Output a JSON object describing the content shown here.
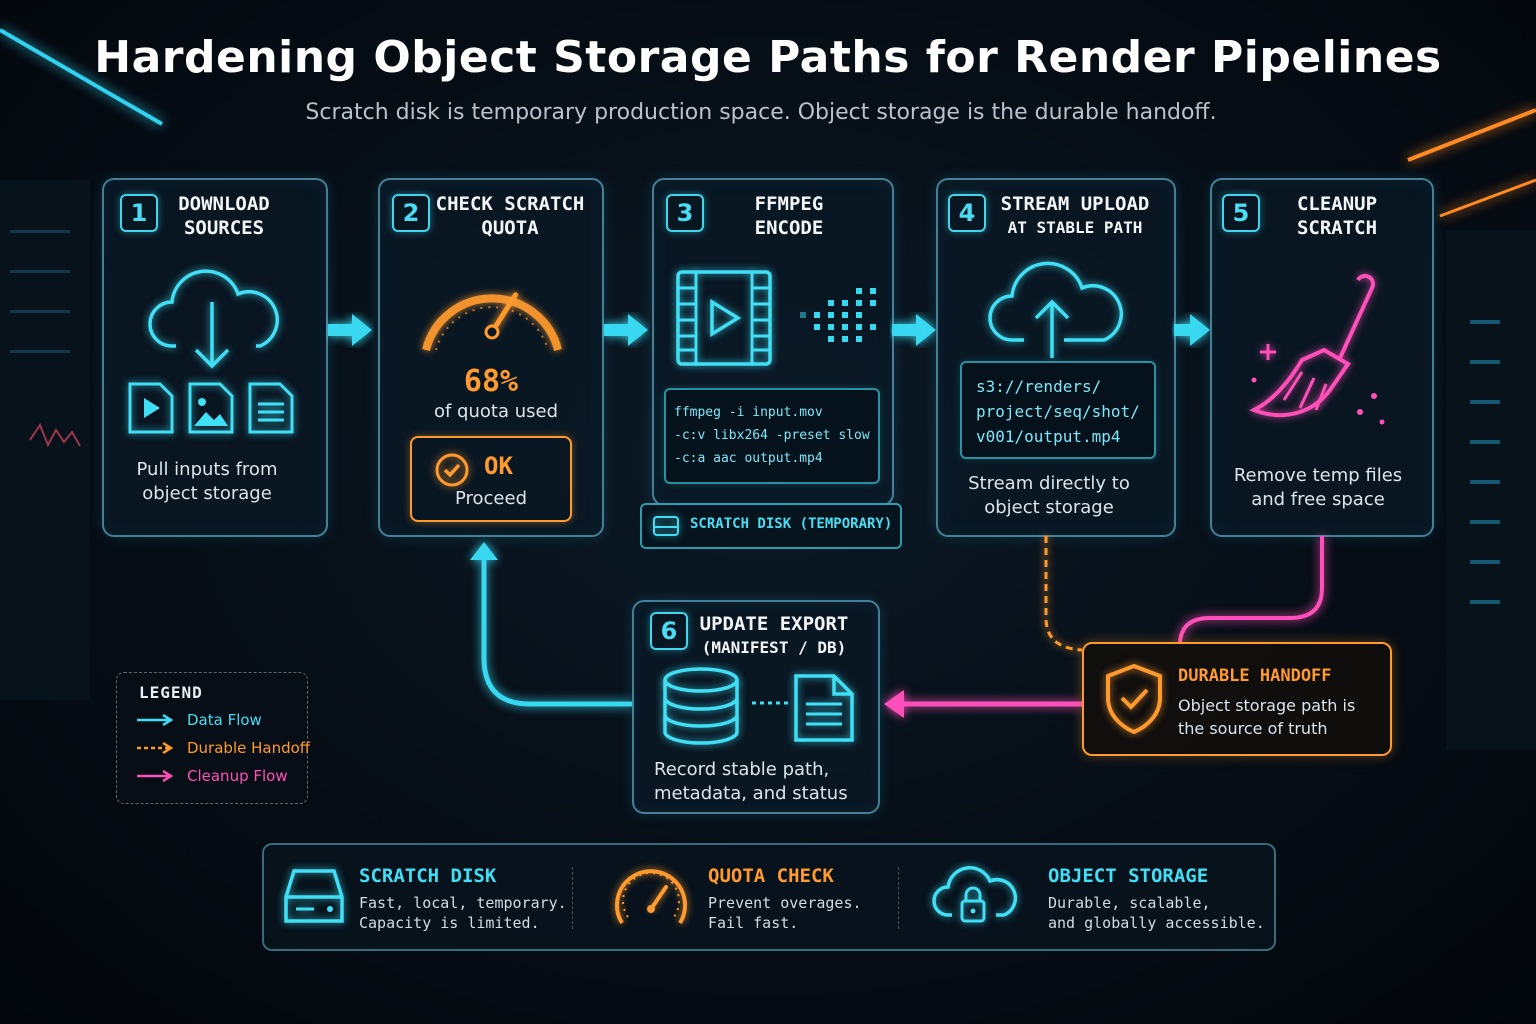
{
  "title": "Hardening Object Storage Paths for Render Pipelines",
  "subtitle": "Scratch disk is temporary production space. Object storage is the durable handoff.",
  "steps": [
    {
      "num": "1",
      "heading_1": "DOWNLOAD",
      "heading_2": "SOURCES",
      "desc_1": "Pull inputs from",
      "desc_2": "object storage"
    },
    {
      "num": "2",
      "heading_1": "CHECK SCRATCH",
      "heading_2": "QUOTA",
      "gauge_value": "68%",
      "gauge_fraction": 0.68,
      "gauge_label": "of quota used",
      "status": "OK",
      "status_sub": "Proceed"
    },
    {
      "num": "3",
      "heading_1": "FFMPEG",
      "heading_2": "ENCODE",
      "code": [
        "ffmpeg -i input.mov",
        "-c:v libx264 -preset slow",
        "-c:a aac output.mp4"
      ],
      "tag": "SCRATCH DISK (TEMPORARY)"
    },
    {
      "num": "4",
      "heading_1": "STREAM UPLOAD",
      "heading_2": "AT STABLE PATH",
      "path": [
        "s3://renders/",
        "project/seq/shot/",
        "v001/output.mp4"
      ],
      "desc_1": "Stream directly to",
      "desc_2": "object storage"
    },
    {
      "num": "5",
      "heading_1": "CLEANUP",
      "heading_2": "SCRATCH",
      "desc_1": "Remove temp files",
      "desc_2": "and free space"
    },
    {
      "num": "6",
      "heading_1": "UPDATE EXPORT",
      "heading_2": "(MANIFEST / DB)",
      "desc_1": "Record stable path,",
      "desc_2": "metadata, and status"
    }
  ],
  "handoff": {
    "heading": "DURABLE HANDOFF",
    "desc_1": "Object storage path is",
    "desc_2": "the source of truth"
  },
  "legend": {
    "title": "LEGEND",
    "items": [
      {
        "label": "Data Flow",
        "color": "#41dff5"
      },
      {
        "label": "Durable Handoff",
        "color": "#ff9a2e"
      },
      {
        "label": "Cleanup Flow",
        "color": "#ff4fb8"
      }
    ]
  },
  "footer": [
    {
      "heading": "SCRATCH DISK",
      "desc_1": "Fast, local, temporary.",
      "desc_2": "Capacity is limited.",
      "icon": "hard-drive-icon",
      "color": "#41dff5"
    },
    {
      "heading": "QUOTA CHECK",
      "desc_1": "Prevent overages.",
      "desc_2": "Fail fast.",
      "icon": "gauge-icon",
      "color": "#ff9a2e"
    },
    {
      "heading": "OBJECT STORAGE",
      "desc_1": "Durable, scalable,",
      "desc_2": "and globally accessible.",
      "icon": "cloud-lock-icon",
      "color": "#41dff5"
    }
  ]
}
